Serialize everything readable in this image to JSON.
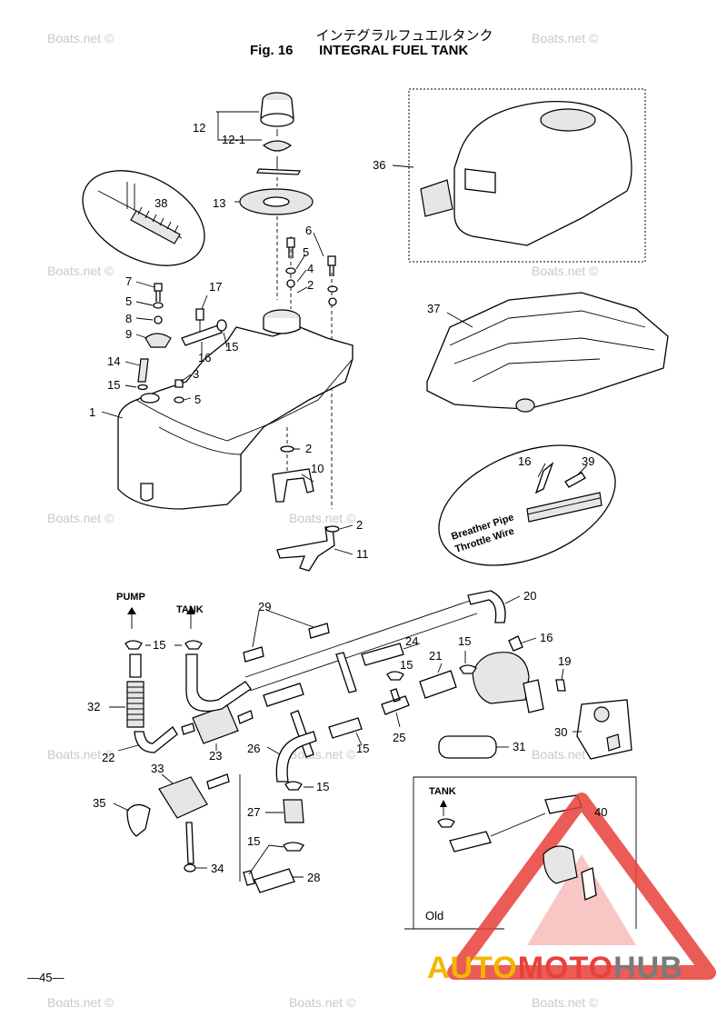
{
  "header": {
    "title_jp": "インテグラルフュエルタンク",
    "fig_number": "Fig. 16",
    "title_en": "INTEGRAL FUEL TANK"
  },
  "watermark_text": "Boats.net ©",
  "callouts": [
    "1",
    "2",
    "3",
    "4",
    "5",
    "6",
    "7",
    "8",
    "9",
    "10",
    "11",
    "12",
    "12-1",
    "13",
    "14",
    "15",
    "16",
    "17",
    "19",
    "20",
    "21",
    "22",
    "23",
    "24",
    "25",
    "26",
    "27",
    "28",
    "29",
    "30",
    "31",
    "32",
    "33",
    "34",
    "35",
    "36",
    "37",
    "38",
    "39",
    "40"
  ],
  "labels": {
    "pump": "PUMP",
    "tank": "TANK",
    "tank_old": "TANK",
    "old": "Old",
    "breather_pipe": "Breather Pipe",
    "throttle_wire": "Throttle Wire"
  },
  "page_number": "—45—",
  "logo": {
    "part1": "AUTO",
    "part2": "MOTO",
    "part3": "HUB"
  },
  "colors": {
    "logo_yellow": "#f2b800",
    "logo_red": "#e8403a",
    "logo_grey": "#7a7a7a",
    "watermark": "#c9c9c9"
  }
}
